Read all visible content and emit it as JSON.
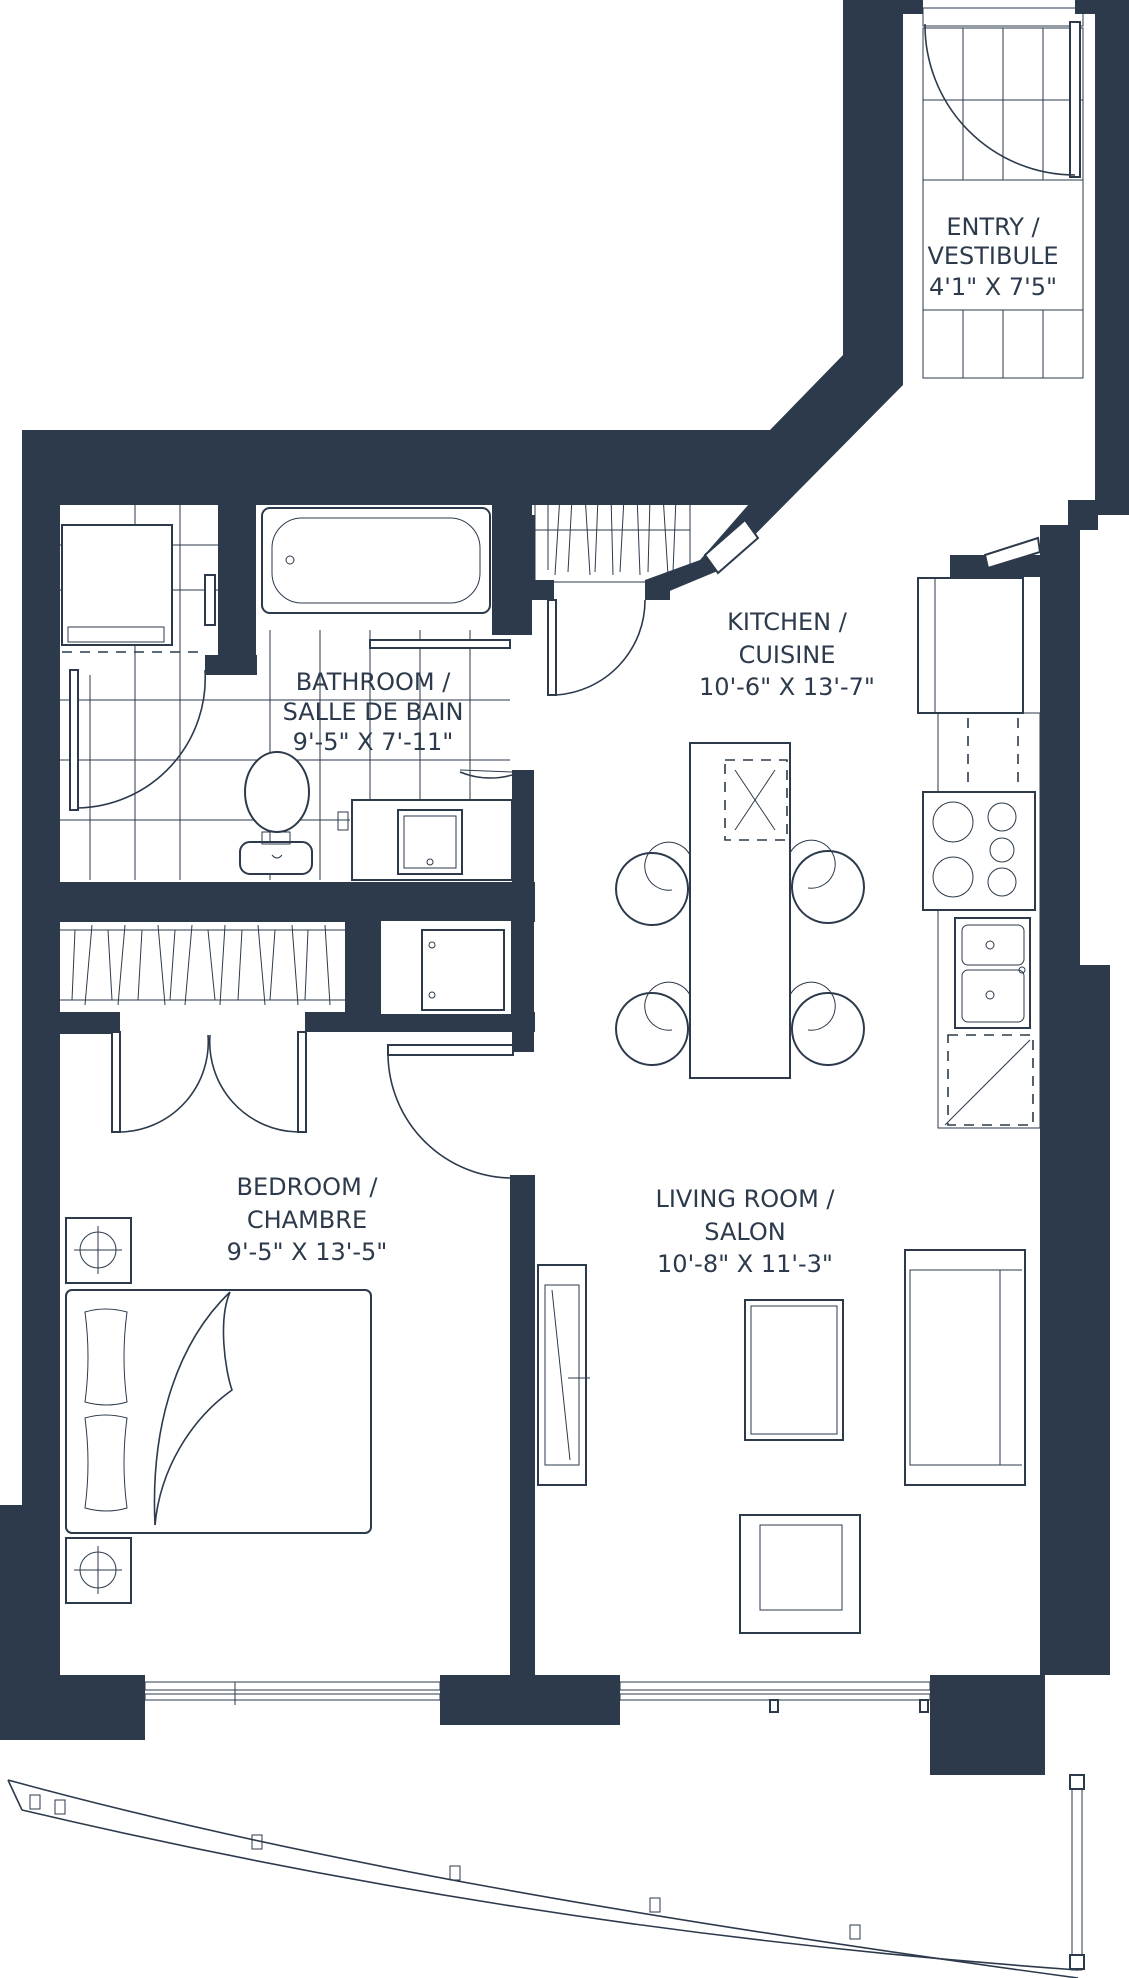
{
  "colors": {
    "wall": "#2c3a4b",
    "background": "#ffffff"
  },
  "rooms": {
    "entry": {
      "name": "ENTRY /",
      "name2": "VESTIBULE",
      "dims": "4'1\" X 7'5\""
    },
    "kitchen": {
      "name": "KITCHEN /",
      "name2": "CUISINE",
      "dims": "10'-6\" X 13'-7\""
    },
    "bathroom": {
      "name": "BATHROOM /",
      "name2": "SALLE DE BAIN",
      "dims": "9'-5\" X 7'-11\""
    },
    "bedroom": {
      "name": "BEDROOM /",
      "name2": "CHAMBRE",
      "dims": "9'-5\" X 13'-5\""
    },
    "living": {
      "name": "LIVING ROOM /",
      "name2": "SALON",
      "dims": "10'-8\" X 11'-3\""
    }
  },
  "icons": {
    "door": "door-swing-icon",
    "bathtub": "bathtub-icon",
    "toilet": "toilet-icon",
    "sink": "sink-icon",
    "stove": "stove-icon",
    "bed": "bed-icon",
    "sofa": "sofa-icon",
    "lamp": "lamp-icon",
    "shower": "shower-icon"
  }
}
